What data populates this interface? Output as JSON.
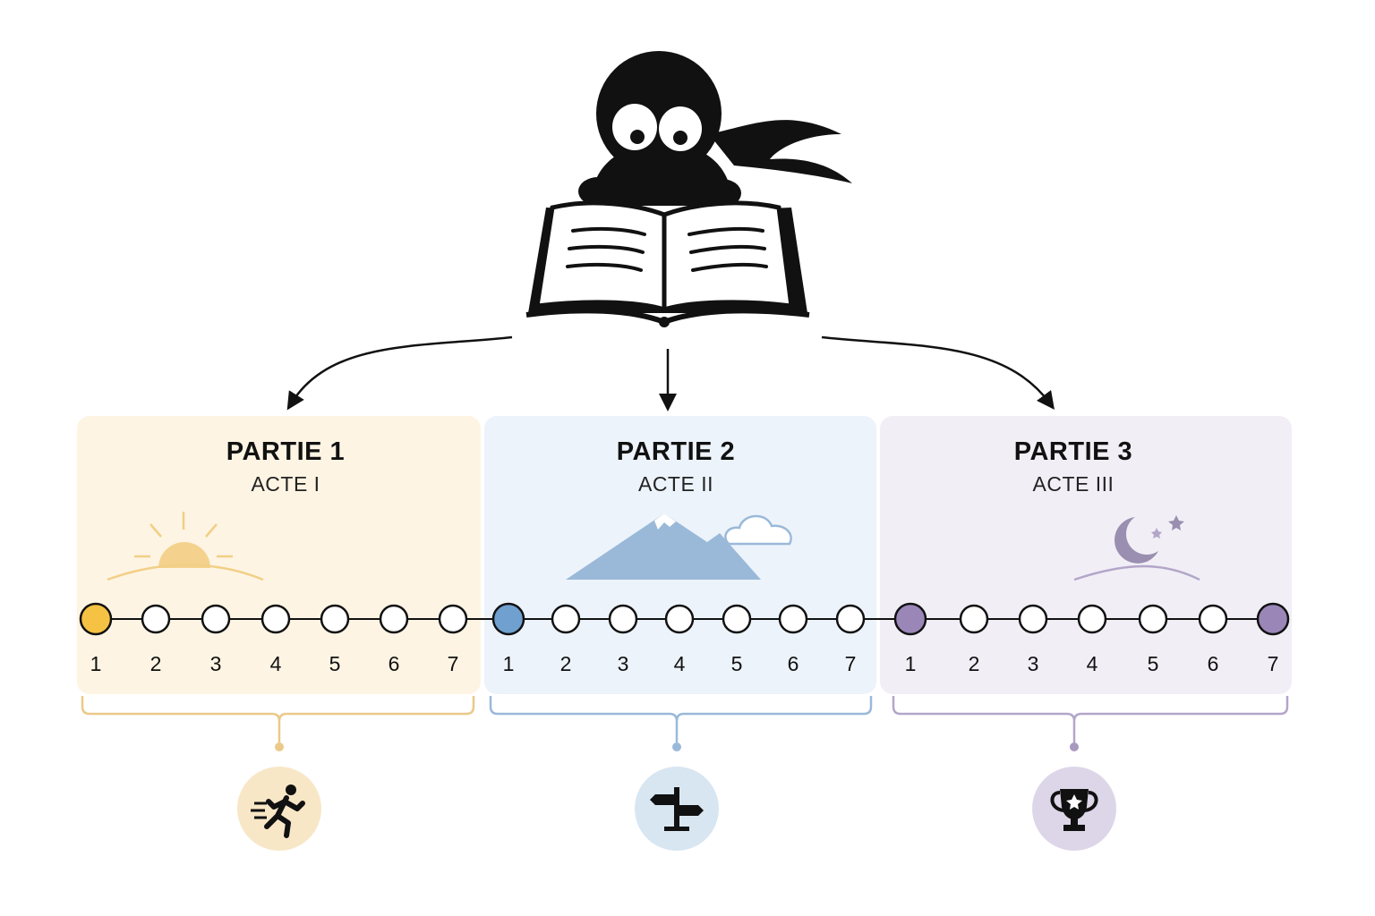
{
  "colors": {
    "background": "#ffffff",
    "ink": "#111111",
    "part1_fill": "#fdf4e3",
    "part1_accent": "#f6c244",
    "part1_soft": "#f2cf86",
    "part2_fill": "#ecf3fa",
    "part2_accent": "#6fa0cf",
    "part2_soft": "#9ab9d9",
    "part3_fill": "#f1eef6",
    "part3_accent": "#9a87b8",
    "part3_soft": "#b3a6c9"
  },
  "parts": [
    {
      "title": "PARTIE 1",
      "subtitle": "ACTE I",
      "scene_icon": "sunrise-icon",
      "bottom_icon": "running-person-icon",
      "steps": [
        "1",
        "2",
        "3",
        "4",
        "5",
        "6",
        "7"
      ]
    },
    {
      "title": "PARTIE 2",
      "subtitle": "ACTE II",
      "scene_icon": "mountain-cloud-icon",
      "bottom_icon": "signpost-icon",
      "steps": [
        "1",
        "2",
        "3",
        "4",
        "5",
        "6",
        "7"
      ]
    },
    {
      "title": "PARTIE 3",
      "subtitle": "ACTE III",
      "scene_icon": "moon-stars-icon",
      "bottom_icon": "trophy-icon",
      "steps": [
        "1",
        "2",
        "3",
        "4",
        "5",
        "6",
        "7"
      ]
    }
  ],
  "top_icon": "octopus-reading-book-icon"
}
